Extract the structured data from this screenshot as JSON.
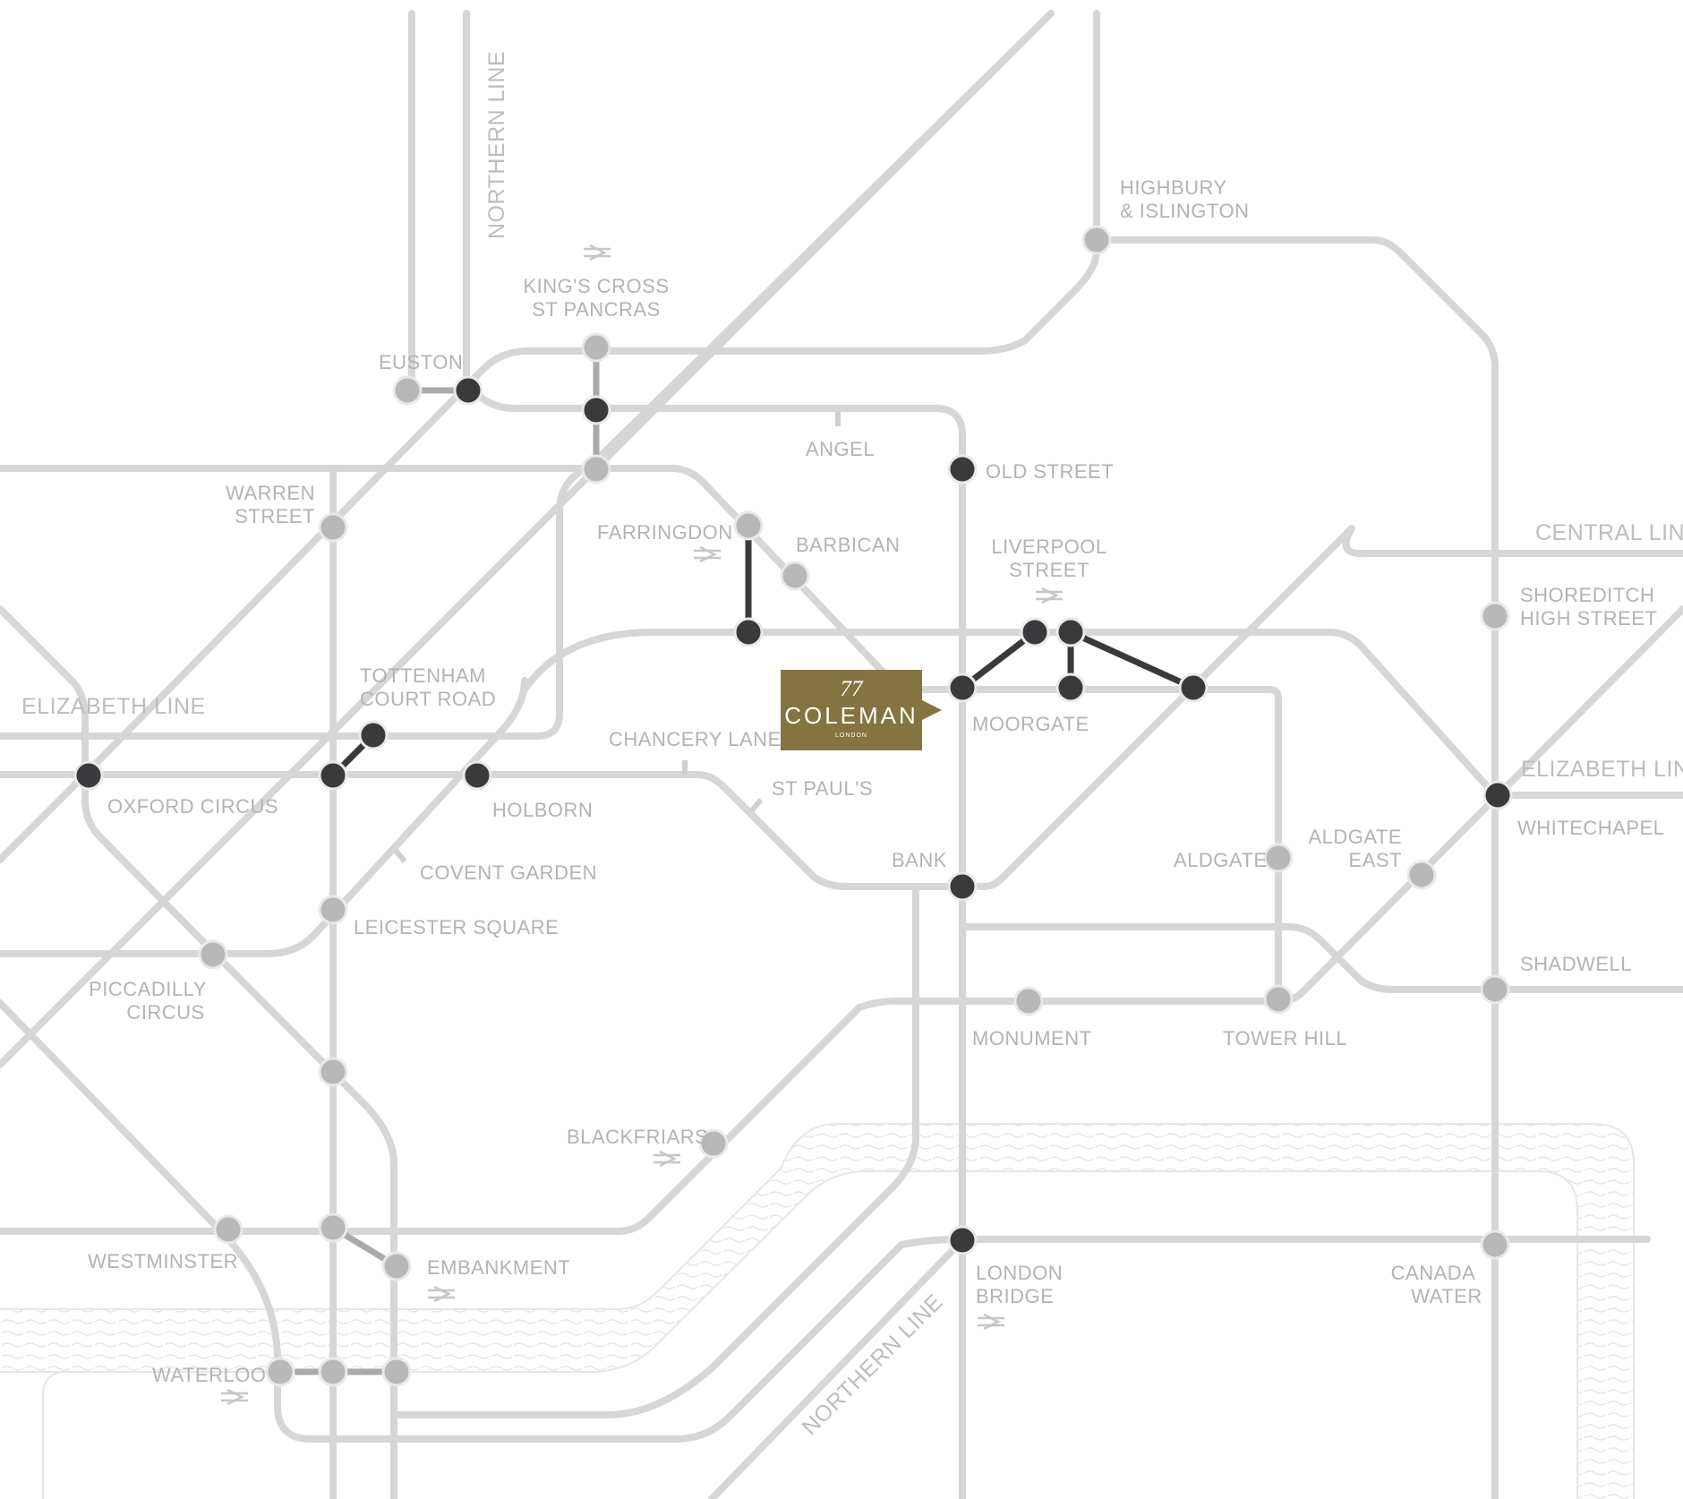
{
  "line_names": {
    "northern_top": "NORTHERN LINE",
    "northern_bottom": "NORTHERN LINE",
    "central": "CENTRAL LINE",
    "elizabeth_west": "ELIZABETH LINE",
    "elizabeth_east": "ELIZABETH LINE"
  },
  "stations": {
    "highbury": [
      "HIGHBURY",
      "& ISLINGTON"
    ],
    "kings_cross": [
      "KING'S CROSS",
      "ST PANCRAS"
    ],
    "euston": "EUSTON",
    "angel": "ANGEL",
    "old_street": "OLD STREET",
    "warren_street": [
      "WARREN",
      "STREET"
    ],
    "farringdon": "FARRINGDON",
    "barbican": "BARBICAN",
    "liverpool_street": [
      "LIVERPOOL",
      "STREET"
    ],
    "shoreditch": [
      "SHOREDITCH",
      "HIGH STREET"
    ],
    "tottenham": [
      "TOTTENHAM",
      "COURT ROAD"
    ],
    "moorgate": "MOORGATE",
    "chancery_lane": "CHANCERY LANE",
    "oxford_circus": "OXFORD CIRCUS",
    "holborn": "HOLBORN",
    "st_pauls": "ST PAUL'S",
    "whitechapel": "WHITECHAPEL",
    "aldgate": "ALDGATE",
    "aldgate_east": [
      "ALDGATE",
      "EAST"
    ],
    "bank": "BANK",
    "covent_garden": "COVENT GARDEN",
    "leicester_square": "LEICESTER SQUARE",
    "piccadilly": [
      "PICCADILLY",
      "CIRCUS"
    ],
    "shadwell": "SHADWELL",
    "monument": "MONUMENT",
    "tower_hill": "TOWER HILL",
    "blackfriars": "BLACKFRIARS",
    "westminster": "WESTMINSTER",
    "embankment": "EMBANKMENT",
    "london_bridge": [
      "LONDON",
      "BRIDGE"
    ],
    "canada_water": [
      "CANADA",
      "WATER"
    ],
    "waterloo": "WATERLOO"
  },
  "location_marker": {
    "number": "77",
    "name": "COLEMAN",
    "subtitle": "LONDON",
    "color": "#857340"
  },
  "colors": {
    "line": "#d6d6d6",
    "station_light": "#b8b8b8",
    "station_dark": "#3a3a3c",
    "label": "#b3b3b3"
  },
  "icons": {
    "rail": "national-rail-icon"
  }
}
